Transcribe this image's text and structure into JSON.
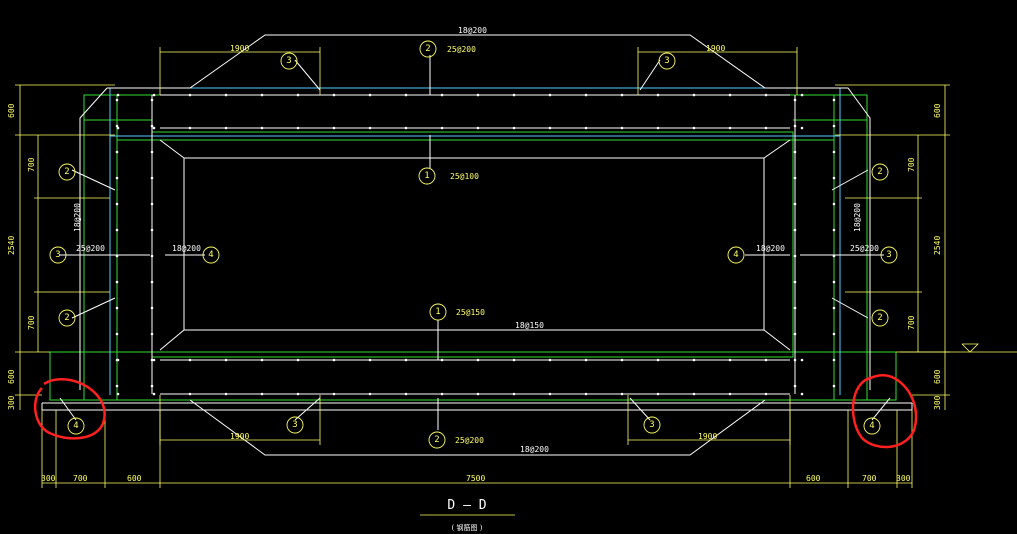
{
  "labels": {
    "top_rebar": "18@200",
    "bottom_rebar": "18@200",
    "mid_rebar": "18@150",
    "top_bar2": "25@200",
    "bottom_bar2": "25@200",
    "roof_bar1": "25@100",
    "floor_bar1": "25@150",
    "left_wall_dist": "18@200",
    "right_wall_dist": "18@200",
    "left_bar3": "25@200",
    "right_bar3": "25@200",
    "left_inner_bar4": "18@200",
    "right_inner_bar4": "18@200",
    "haunch_top_left": "1900",
    "haunch_top_right": "1900",
    "haunch_bottom_left": "1900",
    "haunch_bottom_right": "1900"
  },
  "callouts": {
    "c1": "1",
    "c2": "2",
    "c3": "3",
    "c4": "4"
  },
  "dims_bottom": [
    "300",
    "700",
    "600",
    "7500",
    "600",
    "700",
    "300"
  ],
  "dims_left": [
    "600",
    "700",
    "2540",
    "700",
    "600",
    "300"
  ],
  "dims_right": [
    "600",
    "700",
    "2540",
    "700",
    "600",
    "300"
  ],
  "section_title": "D — D",
  "section_subtitle": "( 钢筋图 )",
  "colors": {
    "background": "#000000",
    "rebar": "#ffffff",
    "concrete": "#33dd33",
    "inner": "#55ccff",
    "dimension": "#ffff66",
    "markup": "#ff2020"
  }
}
